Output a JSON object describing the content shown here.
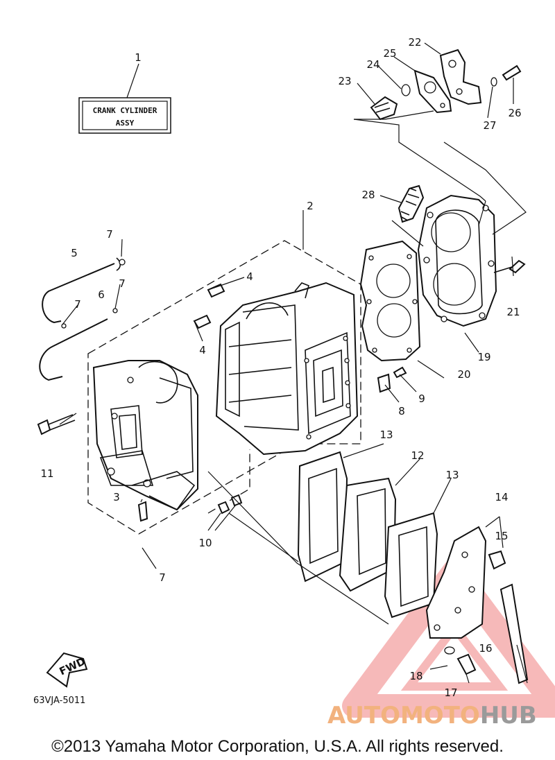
{
  "diagram": {
    "title_box": {
      "line1": "CRANK CYLINDER",
      "line2": "ASSY"
    },
    "callouts": [
      {
        "id": "1",
        "label": "1"
      },
      {
        "id": "2",
        "label": "2"
      },
      {
        "id": "3",
        "label": "3"
      },
      {
        "id": "4a",
        "label": "4"
      },
      {
        "id": "4b",
        "label": "4"
      },
      {
        "id": "5",
        "label": "5"
      },
      {
        "id": "6",
        "label": "6"
      },
      {
        "id": "7a",
        "label": "7"
      },
      {
        "id": "7b",
        "label": "7"
      },
      {
        "id": "7c",
        "label": "7"
      },
      {
        "id": "7d",
        "label": "7"
      },
      {
        "id": "8",
        "label": "8"
      },
      {
        "id": "9",
        "label": "9"
      },
      {
        "id": "10",
        "label": "10"
      },
      {
        "id": "11",
        "label": "11"
      },
      {
        "id": "12",
        "label": "12"
      },
      {
        "id": "13a",
        "label": "13"
      },
      {
        "id": "13b",
        "label": "13"
      },
      {
        "id": "14",
        "label": "14"
      },
      {
        "id": "15",
        "label": "15"
      },
      {
        "id": "16",
        "label": "16"
      },
      {
        "id": "17",
        "label": "17"
      },
      {
        "id": "18",
        "label": "18"
      },
      {
        "id": "19",
        "label": "19"
      },
      {
        "id": "20",
        "label": "20"
      },
      {
        "id": "21",
        "label": "21"
      },
      {
        "id": "22",
        "label": "22"
      },
      {
        "id": "23",
        "label": "23"
      },
      {
        "id": "24",
        "label": "24"
      },
      {
        "id": "25",
        "label": "25"
      },
      {
        "id": "26",
        "label": "26"
      },
      {
        "id": "27",
        "label": "27"
      },
      {
        "id": "28",
        "label": "28"
      }
    ],
    "fwd_arrow": "FWD",
    "reference_code": "63VJA-5011"
  },
  "watermark": {
    "part_a": "AUTOMOTO",
    "part_b": "HUB",
    "color_a": "#f2b27e",
    "color_b": "#9a9a9a",
    "triangle_color": "#f08080"
  },
  "footer": {
    "copyright": "©2013 Yamaha Motor Corporation, U.S.A. All rights reserved."
  }
}
